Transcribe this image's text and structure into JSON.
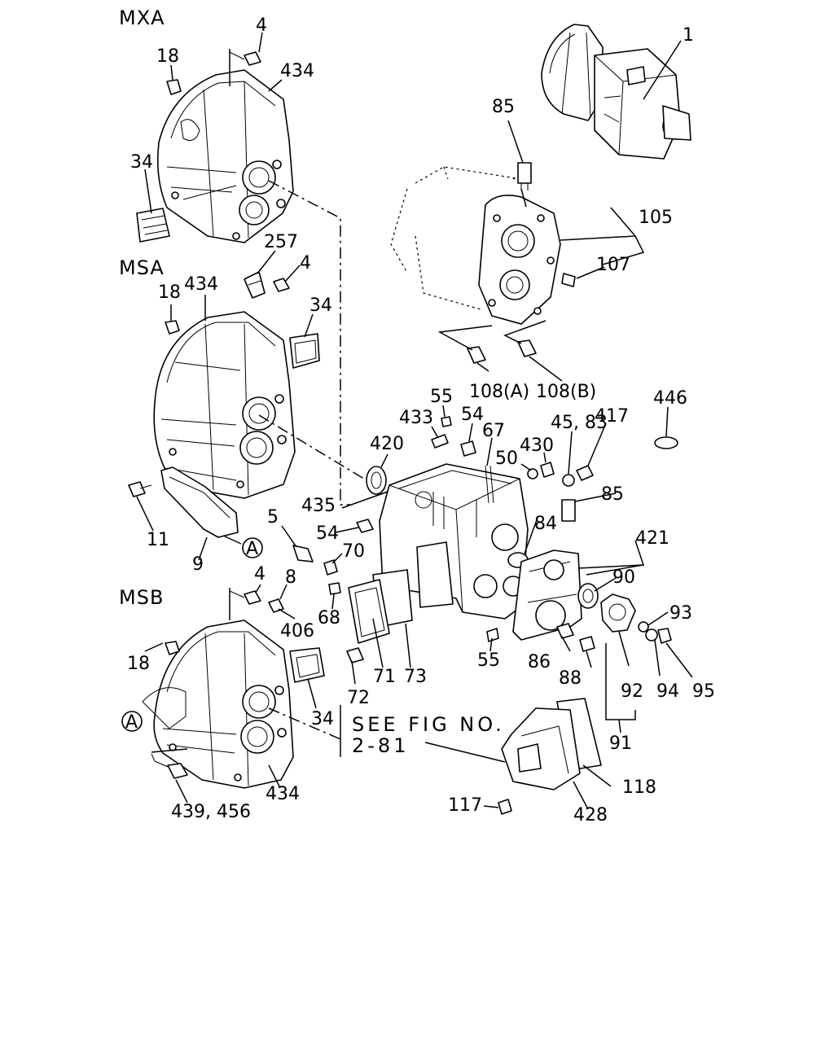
{
  "sections": {
    "mxa": "MXA",
    "msa": "MSA",
    "msb": "MSB"
  },
  "note": {
    "line1": "SEE FIG NO.",
    "line2": "2-81"
  },
  "callout": "A",
  "labels": {
    "l1": "1",
    "l4a": "4",
    "l18a": "18",
    "l434a": "434",
    "l34a": "34",
    "l85a": "85",
    "l105": "105",
    "l107": "107",
    "l257": "257",
    "l4b": "4",
    "l18b": "18",
    "l434b": "434",
    "l34b": "34",
    "l108a": "108(A)",
    "l108b": "108(B)",
    "l446": "446",
    "l55a": "55",
    "l433": "433",
    "l54a": "54",
    "l67": "67",
    "l4583": "45, 83",
    "l417": "417",
    "l420": "420",
    "l430": "430",
    "l50": "50",
    "l85b": "85",
    "l435": "435",
    "l54b": "54",
    "l84": "84",
    "l421": "421",
    "l11": "11",
    "l5": "5",
    "l70": "70",
    "l9": "9",
    "l90": "90",
    "l4c": "4",
    "l8": "8",
    "l93": "93",
    "l68": "68",
    "l406": "406",
    "l18c": "18",
    "l71": "71",
    "l73": "73",
    "l55b": "55",
    "l86": "86",
    "l88": "88",
    "l92": "92",
    "l94": "94",
    "l95": "95",
    "l72": "72",
    "l34c": "34",
    "l91": "91",
    "l118": "118",
    "l117": "117",
    "l428": "428",
    "l434c": "434",
    "l439456": "439, 456"
  }
}
